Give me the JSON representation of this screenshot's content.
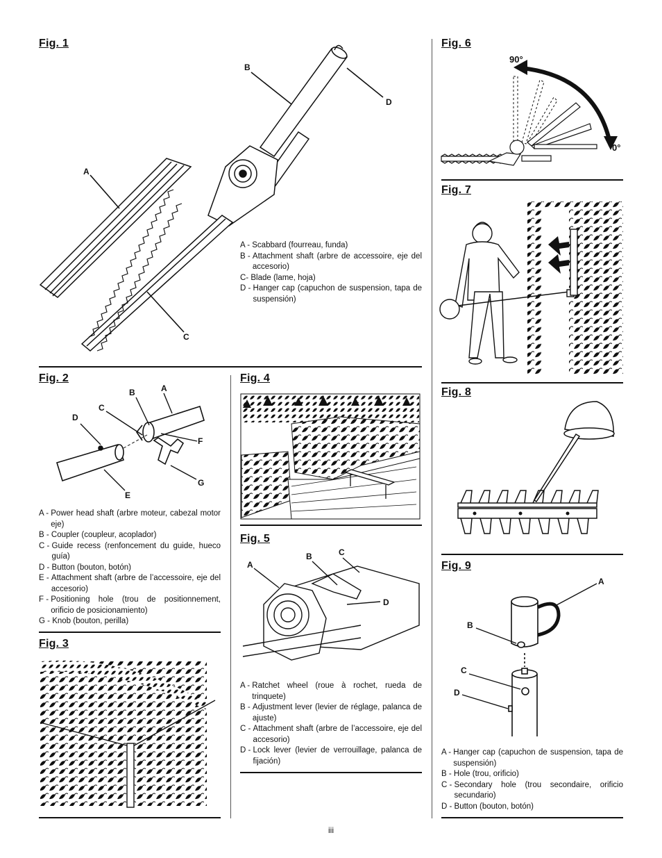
{
  "figures": {
    "fig1": {
      "title": "Fig. 1",
      "callouts": {
        "a": "A",
        "b": "B",
        "c": "C",
        "d": "D"
      },
      "legend": [
        {
          "key": "A -",
          "text": "Scabbard (fourreau, funda)"
        },
        {
          "key": "B -",
          "text": "Attachment shaft (arbre de accessoire, eje del accesorio)"
        },
        {
          "key": "C-",
          "text": "Blade (lame, hoja)"
        },
        {
          "key": "D -",
          "text": "Hanger cap (capuchon de suspension, tapa de suspensión)"
        }
      ]
    },
    "fig2": {
      "title": "Fig. 2",
      "callouts": {
        "a": "A",
        "b": "B",
        "c": "C",
        "d": "D",
        "e": "E",
        "f": "F",
        "g": "G"
      },
      "legend": [
        {
          "key": "A -",
          "text": "Power head shaft (arbre moteur, cabezal motor eje)"
        },
        {
          "key": "B -",
          "text": "Coupler (coupleur, acoplador)"
        },
        {
          "key": "C -",
          "text": "Guide recess (renfoncement du guide, hueco guía)"
        },
        {
          "key": "D -",
          "text": "Button (bouton, botón)"
        },
        {
          "key": "E -",
          "text": "Attachment shaft (arbre de l’accessoire, eje del accesorio)"
        },
        {
          "key": "F -",
          "text": "Positioning hole (trou de positionnement, orificio de posicionamiento)"
        },
        {
          "key": "G -",
          "text": "Knob (bouton, perilla)"
        }
      ]
    },
    "fig3": {
      "title": "Fig. 3"
    },
    "fig4": {
      "title": "Fig. 4"
    },
    "fig5": {
      "title": "Fig. 5",
      "callouts": {
        "a": "A",
        "b": "B",
        "c": "C",
        "d": "D"
      },
      "legend": [
        {
          "key": "A -",
          "text": "Ratchet wheel (roue à rochet, rueda de trinquete)"
        },
        {
          "key": "B -",
          "text": "Adjustment lever (levier de réglage, palanca de ajuste)"
        },
        {
          "key": "C -",
          "text": "Attachment shaft (arbre de l’accessoire, eje del accesorio)"
        },
        {
          "key": "D -",
          "text": "Lock lever (levier de verrouillage, palanca de fijación)"
        }
      ]
    },
    "fig6": {
      "title": "Fig. 6",
      "angle_top": "90°",
      "angle_bottom": "0°"
    },
    "fig7": {
      "title": "Fig. 7"
    },
    "fig8": {
      "title": "Fig. 8"
    },
    "fig9": {
      "title": "Fig. 9",
      "callouts": {
        "a": "A",
        "b": "B",
        "c": "C",
        "d": "D"
      },
      "legend": [
        {
          "key": "A -",
          "text": "Hanger cap (capuchon de suspension, tapa de suspensión)"
        },
        {
          "key": "B -",
          "text": "Hole (trou, orificio)"
        },
        {
          "key": "C -",
          "text": "Secondary hole (trou secondaire, orificio secundario)"
        },
        {
          "key": "D -",
          "text": "Button (bouton, botón)"
        }
      ]
    }
  },
  "page_number": "iii"
}
